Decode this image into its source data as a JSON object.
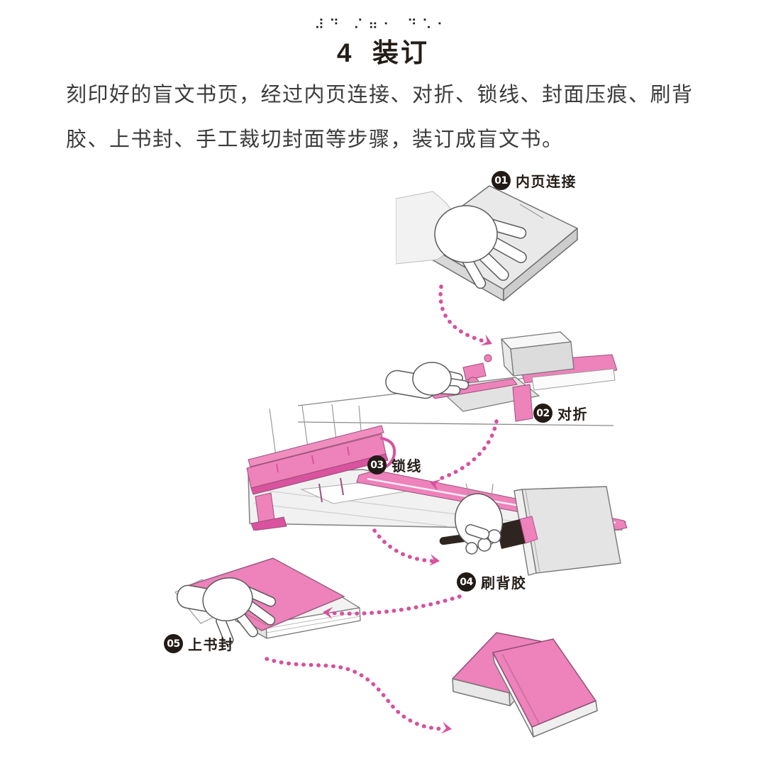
{
  "header": {
    "braille": "⠼⠙ ⠌⠶⠂ ⠙⠡⠂",
    "title": "4  装订"
  },
  "intro": {
    "line1": "刻印好的盲文书页，经过内页连接、对折、锁线、封面压痕、刷背",
    "line2": "胶、上书封、手工裁切封面等步骤，装订成盲文书。"
  },
  "steps": [
    {
      "num": "01",
      "label": "内页连接"
    },
    {
      "num": "02",
      "label": "对折"
    },
    {
      "num": "03",
      "label": "锁线"
    },
    {
      "num": "04",
      "label": "刷背胶"
    },
    {
      "num": "05",
      "label": "上书封"
    }
  ],
  "colors": {
    "pink": "#ee82ba",
    "pink_dark": "#d6519f",
    "pink_outline": "#9a4f79",
    "badge_black": "#221a16",
    "text_black": "#241d18",
    "body_text": "#3b3b3b",
    "gray_light": "#e9e9e9",
    "gray_mid": "#d8d8d8"
  }
}
